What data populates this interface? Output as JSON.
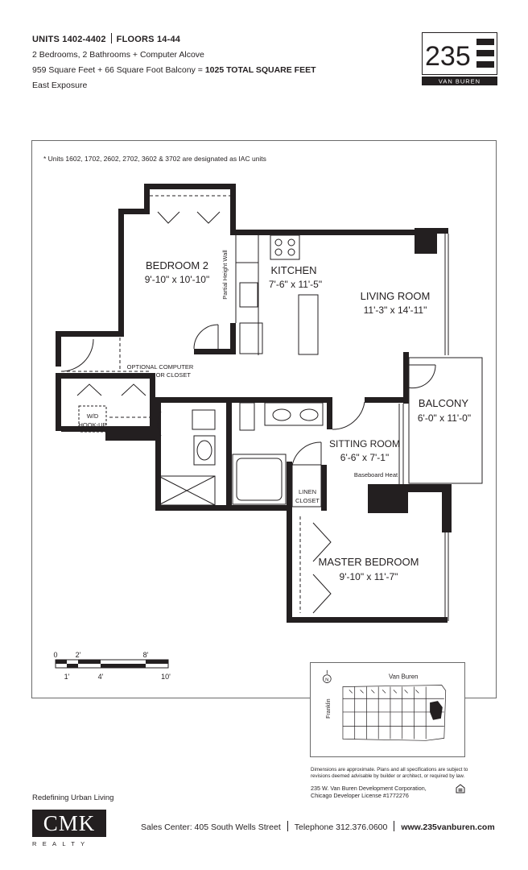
{
  "header": {
    "units": "UNITS 1402-4402",
    "floors": "FLOORS 14-44",
    "rooms": "2 Bedrooms, 2 Bathrooms + Computer Alcove",
    "sqft_prefix": "959 Square Feet + 66 Square Foot Balcony = ",
    "sqft_total": "1025 TOTAL SQUARE FEET",
    "exposure": "East Exposure"
  },
  "logo": {
    "number": "235",
    "name": "VAN BUREN"
  },
  "plan": {
    "note": "* Units 1602, 1702, 2602, 2702, 3602 & 3702 are designated as IAC units",
    "rooms": [
      {
        "name": "BEDROOM 2",
        "dims": "9'-10\" x 10'-10\""
      },
      {
        "name": "KITCHEN",
        "dims": "7'-6\" x 11'-5\""
      },
      {
        "name": "LIVING ROOM",
        "dims": "11'-3\" x 14'-11\""
      },
      {
        "name": "BALCONY",
        "dims": "6'-0\" x 11'-0\""
      },
      {
        "name": "SITTING ROOM",
        "dims": "6'-6\" x 7'-1\""
      },
      {
        "name": "MASTER BEDROOM",
        "dims": "9'-10\" x 11'-7\""
      }
    ],
    "labels": {
      "partial_wall": "Partial Height Wall",
      "alcove_1": "OPTIONAL COMPUTER",
      "alcove_2": "ALCOVE OR CLOSET",
      "wd_1": "W/D",
      "wd_2": "HOOK-UP",
      "linen_1": "LINEN",
      "linen_2": "CLOSET",
      "baseboard": "Baseboard Heat"
    },
    "scale": {
      "top": [
        "0",
        "2'",
        "8'"
      ],
      "bottom": [
        "1'",
        "4'",
        "10'"
      ]
    }
  },
  "keymap": {
    "street_top": "Van Buren",
    "street_side": "Franklin",
    "north": "N"
  },
  "disclaimer": {
    "line1": "Dimensions are approximate. Plans and all specifications are subject to",
    "line2": "revisions deemed advisable by builder or architect, or required by law.",
    "corp": "235 W. Van Buren Development Corporation,",
    "license": "Chicago Developer License #1772276"
  },
  "footer": {
    "tagline": "Redefining Urban Living",
    "brand": "CMK",
    "brand_sub": "REALTY",
    "sales": "Sales Center: 405 South Wells Street",
    "phone": "Telephone 312.376.0600",
    "web": "www.235vanburen.com"
  }
}
